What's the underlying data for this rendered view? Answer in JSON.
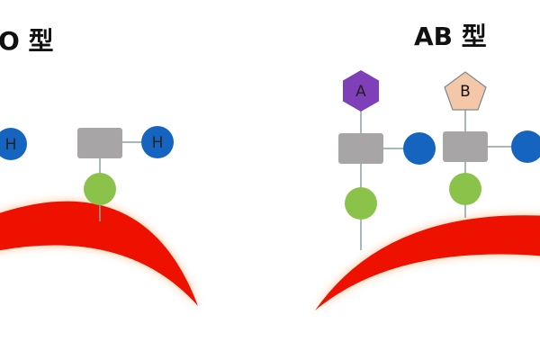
{
  "titles": {
    "left_partial": "O 型",
    "right": "AB 型"
  },
  "labels": {
    "h": "H",
    "a": "A",
    "b": "B"
  },
  "colors": {
    "cell": "#ee1100",
    "cell_glow": "#ffb27a",
    "linker": "#a7a5a5",
    "fucose": "#1565c0",
    "glucose": "#8bc34a",
    "antigen_a": "#7e3fb8",
    "antigen_b": "#f5c7a9",
    "line": "#8aa0a0"
  }
}
